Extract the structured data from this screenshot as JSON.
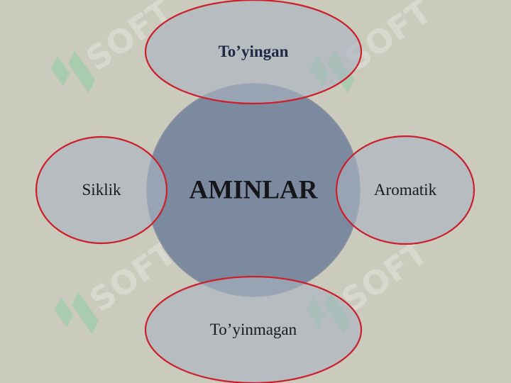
{
  "diagram": {
    "center": {
      "label": "AMINLAR"
    },
    "nodes": {
      "top": "To’yingan",
      "left": "Siklik",
      "right": "Aromatik",
      "bottom": "To’yinmagan"
    }
  },
  "watermark": {
    "text": "SOFT",
    "color": "#7fcf9a"
  },
  "colors": {
    "background": "#cacabd",
    "center_fill": "#77869d",
    "outer_fill": "#a9b3c0",
    "outer_stroke": "#cc1f2b"
  }
}
